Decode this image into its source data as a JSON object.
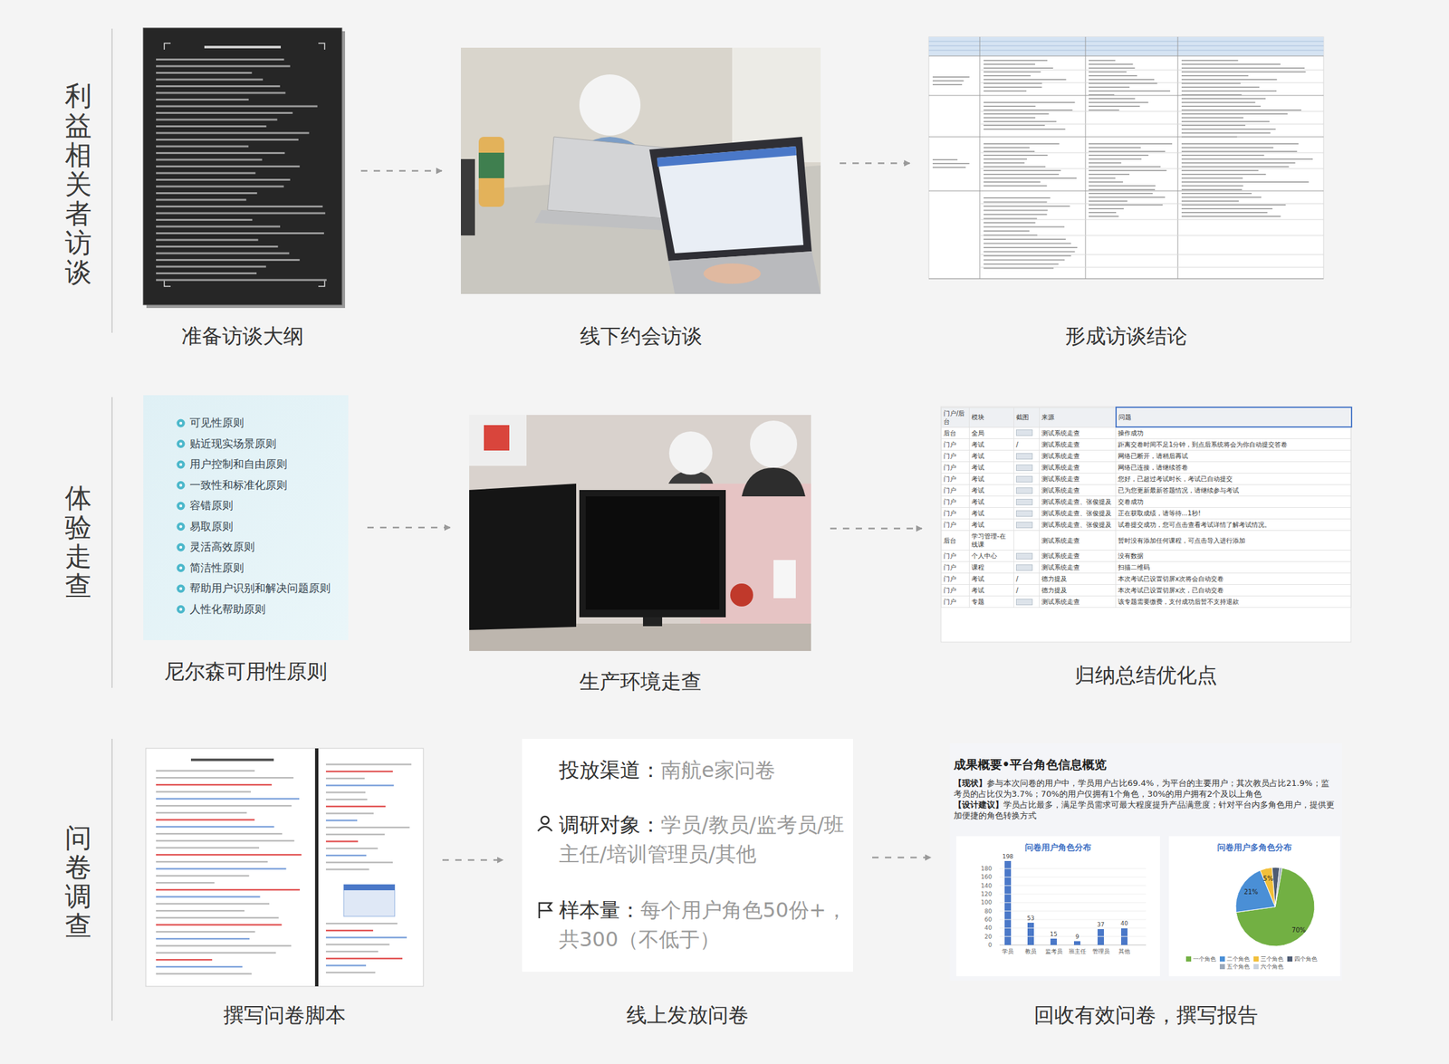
{
  "diagram": {
    "nodes": [
      {
        "text": [
          "准备访谈大纲"
        ]
      },
      {
        "text": [
          "线下约会访谈"
        ]
      },
      {
        "text": [
          "形成访谈结论"
        ]
      },
      {
        "text": [
          "尼尔森可用性原则"
        ]
      },
      {
        "text": [
          "生产环境走查"
        ]
      },
      {
        "text": [
          "归纳总结优化点"
        ]
      },
      {
        "text": [
          "撰写问卷脚本"
        ]
      },
      {
        "text": [
          "线上发放问卷"
        ]
      },
      {
        "text": [
          "回收有效问卷，撰写报告"
        ]
      }
    ],
    "edges": [
      {
        "from": 0,
        "to": 1,
        "arrow": "to"
      },
      {
        "from": 1,
        "to": 2,
        "arrow": "to"
      },
      {
        "from": 3,
        "to": 4,
        "arrow": "to"
      },
      {
        "from": 4,
        "to": 5,
        "arrow": "to"
      },
      {
        "from": 6,
        "to": 7,
        "arrow": "to"
      },
      {
        "from": 7,
        "to": 8,
        "arrow": "to"
      }
    ],
    "labels": [
      "利益相关者访谈",
      "体验走查",
      "问卷调查",
      "可见性原则",
      "贴近现实场景原则",
      "用户控制和自由原则",
      "一致性和标准化原则",
      "容错原则",
      "易取原则",
      "灵活高效原则",
      "简洁性原则",
      "帮助用户识别和解决问题原则",
      "人性化帮助原则",
      "投放渠道：",
      "南航e家问卷",
      "调研对象：",
      "学员/教员/监考员/班主任/培训管理员/其他",
      "样本量：",
      "每个用户角色50份+，共300（不低于）",
      "成果概要•平台角色信息概览",
      "【现状】",
      "参与本次问卷的用户中，学员用户占比69.4%，为平台的主要用户；其次教员占比21.9%；监考员的占比仅为3.7%；70%的用户仅拥有1个角色，30%的用户拥有2个及以上角色",
      "【设计建议】",
      "学员占比最多，满足学员需求可最大程度提升产品满意度；针对平台内多角色用户，提供更加便捷的角色转换方式",
      "问卷用户角色分布",
      "问卷用户多角色分布",
      "180",
      "160",
      "140",
      "120",
      "100",
      "80",
      "60",
      "40",
      "20",
      "0",
      "198",
      "53",
      "15",
      "9",
      "37",
      "40",
      "学员",
      "教员",
      "监考员",
      "班主任",
      "管理员",
      "其他",
      "70%",
      "21%",
      "5%",
      "门户/后台",
      "模块",
      "截图",
      "来源",
      "问题",
      "后台",
      "全局",
      "测试系统走查",
      "操作成功",
      "门户",
      "考试",
      "/",
      "测试系统走查",
      "距离交卷时间不足1分钟，到点后系统将会为你自动提交答卷",
      "门户",
      "考试",
      "测试系统走查",
      "网络已断开，请稍后再试",
      "门户",
      "考试",
      "测试系统走查",
      "网络已连接，请继续答卷",
      "门户",
      "考试",
      "测试系统走查",
      "您好，已超过考试时长，考试已自动提交",
      "门户",
      "考试",
      "测试系统走查",
      "已为您更新最新答题情况，请继续参与考试",
      "门户",
      "考试",
      "测试系统走查、张俊提及",
      "交卷成功",
      "门户",
      "考试",
      "测试系统走查、张俊提及",
      "正在获取成绩，请等待...1秒!",
      "门户",
      "考试",
      "测试系统走查、张俊提及",
      "试卷提交成功，您可点击查看考试详情了解考试情况。",
      "后台",
      "学习管理-在线课",
      "测试系统走查",
      "暂时没有添加任何课程，可点击导入进行添加",
      "门户",
      "个人中心",
      "测试系统走查",
      "没有数据",
      "门户",
      "课程",
      "测试系统走查",
      "扫描二维码",
      "门户",
      "考试",
      "/",
      "德力提及",
      "本次考试已设置切屏x次将会自动交卷",
      "门户",
      "考试",
      "/",
      "德力提及",
      "本次考试已设置切屏x次，已自动交卷",
      "门户",
      "专题",
      "测试系统走查",
      "该专题需要缴费，支付成功后暂不支持退款"
    ],
    "legend": [
      {
        "text": "一个角色",
        "color": "#72b043"
      },
      {
        "text": "二个角色",
        "color": "#4a8fd6"
      },
      {
        "text": "三个角色",
        "color": "#f2bf3a"
      },
      {
        "text": "四个角色",
        "color": "#4d5b73"
      },
      {
        "text": "五个角色",
        "color": "#9aa8ba"
      },
      {
        "text": "六个角色",
        "color": "#c8d2de"
      }
    ]
  }
}
